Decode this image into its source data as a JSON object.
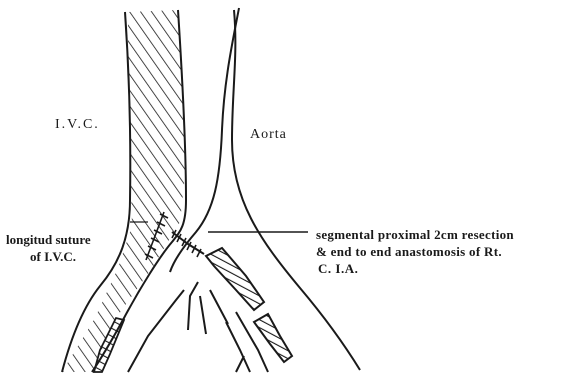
{
  "labels": {
    "ivc": "I.V.C.",
    "aorta": "Aorta",
    "suture_line1": "longitud suture",
    "suture_line2": "of I.V.C.",
    "resection_line1": "segmental proximal 2cm resection",
    "resection_line2": "& end to end anastomosis of Rt.",
    "resection_line3": "C. I.A."
  },
  "colors": {
    "ink": "#1a1a1a",
    "background": "#ffffff"
  }
}
